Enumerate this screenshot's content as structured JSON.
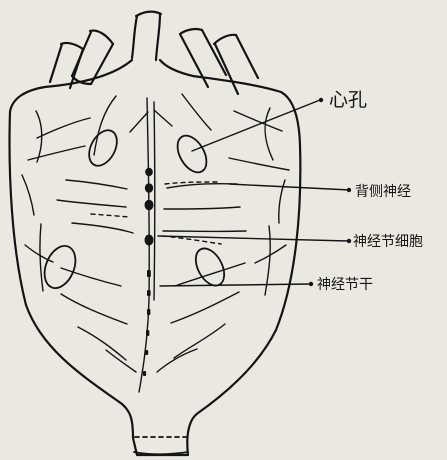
{
  "labels": {
    "pore": "心孔",
    "dorsal_nerve": "背侧神经",
    "ganglion_cell": "神经节细胞",
    "ganglion_trunk": "神经节干"
  },
  "colors": {
    "ink": "#141414",
    "paper": "#ebe8e2"
  }
}
